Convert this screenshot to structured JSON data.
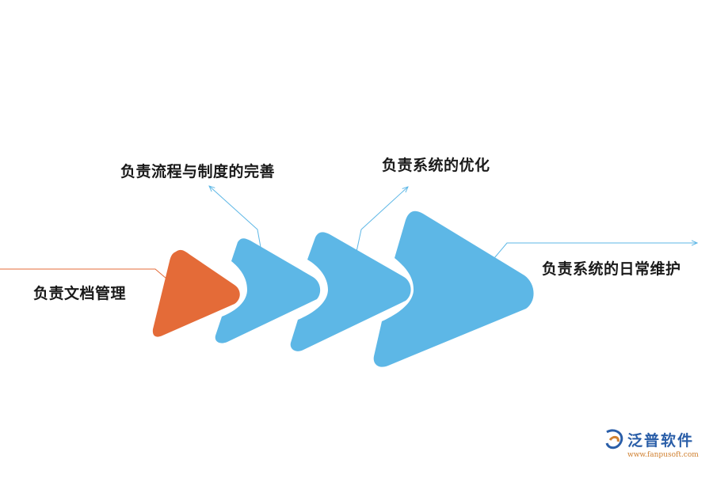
{
  "steps": [
    {
      "label": "负责文档管理",
      "color": "#E46B38"
    },
    {
      "label": "负责流程与制度的完善",
      "color": "#5DB7E6"
    },
    {
      "label": "负责系统的优化",
      "color": "#5DB7E6"
    },
    {
      "label": "负责系统的日常维护",
      "color": "#5DB7E6"
    }
  ],
  "callout_colors": {
    "orange": "#E46B38",
    "blue": "#5DB7E6"
  },
  "logo": {
    "name": "泛普软件",
    "url": "www.fanpusoft.com",
    "icon": "fanpu-logo-icon"
  }
}
